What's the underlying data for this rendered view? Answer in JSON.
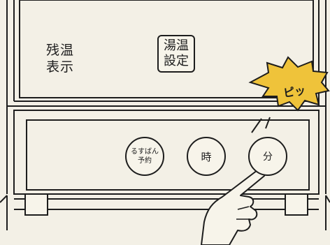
{
  "panel": {
    "remaining_temp_display": [
      "残温",
      "表示"
    ],
    "bath_temp_setting_button": [
      "湯温",
      "設定"
    ]
  },
  "controls": {
    "rusuban_reservation_button": [
      "るすばん",
      "予約"
    ],
    "hour_button": "時",
    "minute_button": "分"
  },
  "sound_effect": "ピッ",
  "colors": {
    "background": "#f3f0e6",
    "line": "#1d1d1d",
    "burst_fill": "#efc33a"
  }
}
